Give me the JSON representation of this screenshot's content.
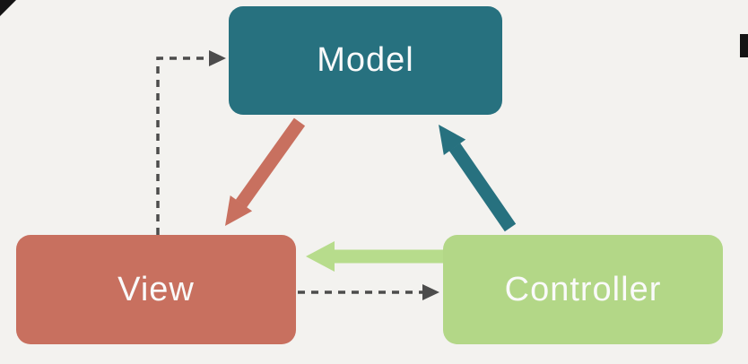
{
  "diagram": {
    "background_color": "#f3f2ef",
    "nodes": {
      "model": {
        "label": "Model",
        "fill": "#27717f",
        "text_color": "#fafafa"
      },
      "view": {
        "label": "View",
        "fill": "#c8705f",
        "text_color": "#fafafa"
      },
      "controller": {
        "label": "Controller",
        "fill": "#b3d787",
        "text_color": "#fafafa"
      }
    },
    "arrows": {
      "model_to_view": {
        "color": "#c8705f",
        "style": "solid"
      },
      "controller_to_model": {
        "color": "#27717f",
        "style": "solid"
      },
      "controller_to_view": {
        "color": "#b7dc8c",
        "style": "solid"
      },
      "view_to_model": {
        "color": "#4c4c4c",
        "style": "dashed"
      },
      "view_to_controller": {
        "color": "#4c4c4c",
        "style": "dashed"
      }
    }
  }
}
